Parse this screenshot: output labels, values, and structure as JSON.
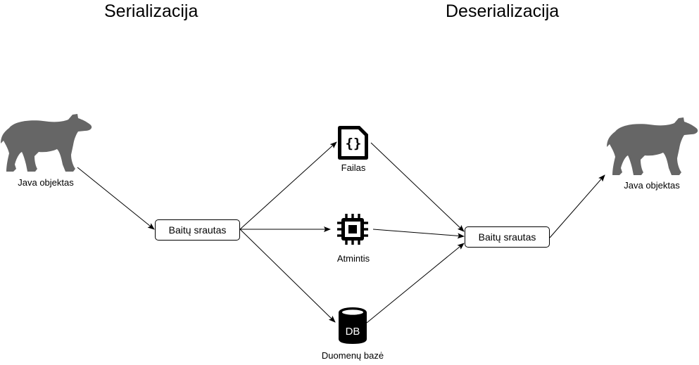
{
  "headings": {
    "serialization": "Serializacija",
    "deserialization": "Deserializacija"
  },
  "nodes": {
    "left_object": {
      "label": "Java objektas",
      "icon": "bear-icon"
    },
    "left_stream": {
      "label": "Baitų srautas"
    },
    "file": {
      "label": "Failas",
      "icon": "json-file-icon",
      "icon_text": "{}"
    },
    "memory": {
      "label": "Atmintis",
      "icon": "cpu-chip-icon"
    },
    "database": {
      "label": "Duomenų bazė",
      "icon": "database-icon",
      "icon_text": "DB"
    },
    "right_stream": {
      "label": "Baitų srautas"
    },
    "right_object": {
      "label": "Java objektas",
      "icon": "bear-icon"
    }
  },
  "colors": {
    "bear": "#666666",
    "stroke": "#000000",
    "background": "#ffffff"
  }
}
